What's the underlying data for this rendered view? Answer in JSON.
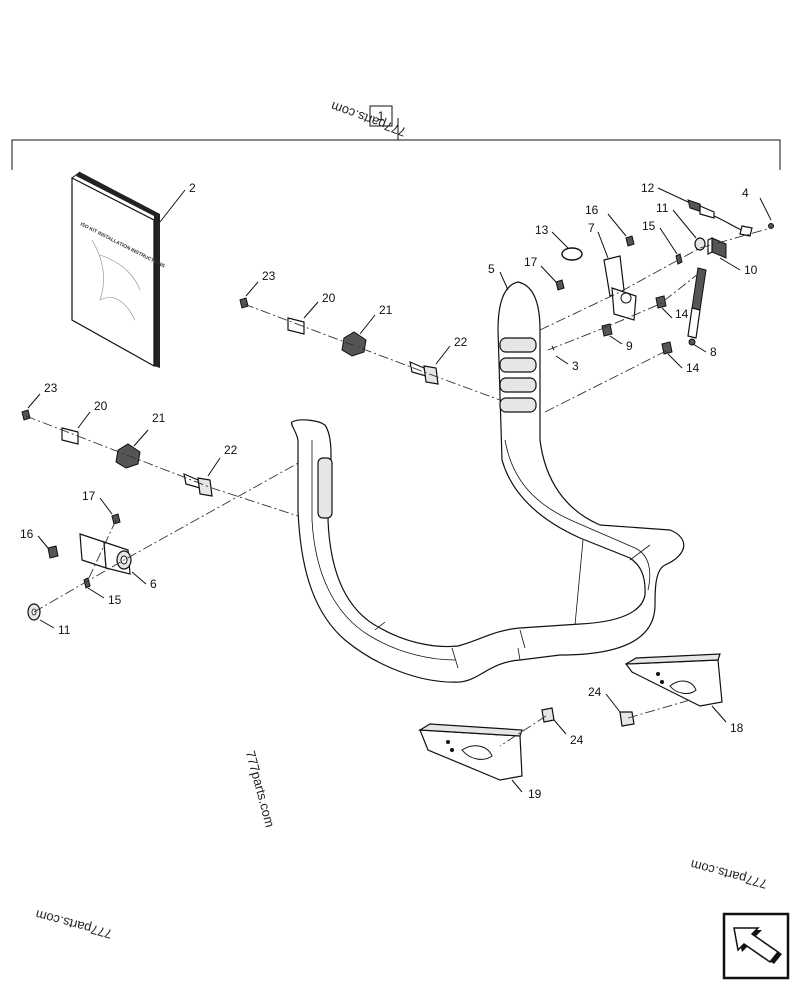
{
  "assembly_label": "1",
  "labels": {
    "manual": "2",
    "pin_right": "3",
    "clip_right": "4",
    "handle": "5",
    "bracket_left": "6",
    "bracket_right": "7",
    "spring_right": "8",
    "nut_right": "9",
    "block_right": "10",
    "washer_right": "11",
    "washer_left": "11",
    "cable_right": "12",
    "ring_right": "13",
    "stud_right_upper": "14",
    "stud_right_lower": "14",
    "pin_small_right": "15",
    "pin_small_left": "15",
    "nut_right_top": "16",
    "nut_left": "16",
    "screw_right": "17",
    "screw_left": "17",
    "mount_right": "18",
    "mount_left": "19",
    "spacer_right": "20",
    "spacer_left": "20",
    "knob_right": "21",
    "knob_left": "21",
    "bolt_right": "22",
    "bolt_left": "22",
    "cap_right": "23",
    "cap_left": "23",
    "nut_mount_right": "24",
    "nut_mount_left": "24"
  },
  "manual_title": "ISO KIT INSTALLATION INSTRUCTIONS",
  "watermarks": [
    "777parts.com",
    "777parts.com",
    "777parts.com",
    "777parts.com"
  ],
  "nav_icon": "arrow-icon"
}
